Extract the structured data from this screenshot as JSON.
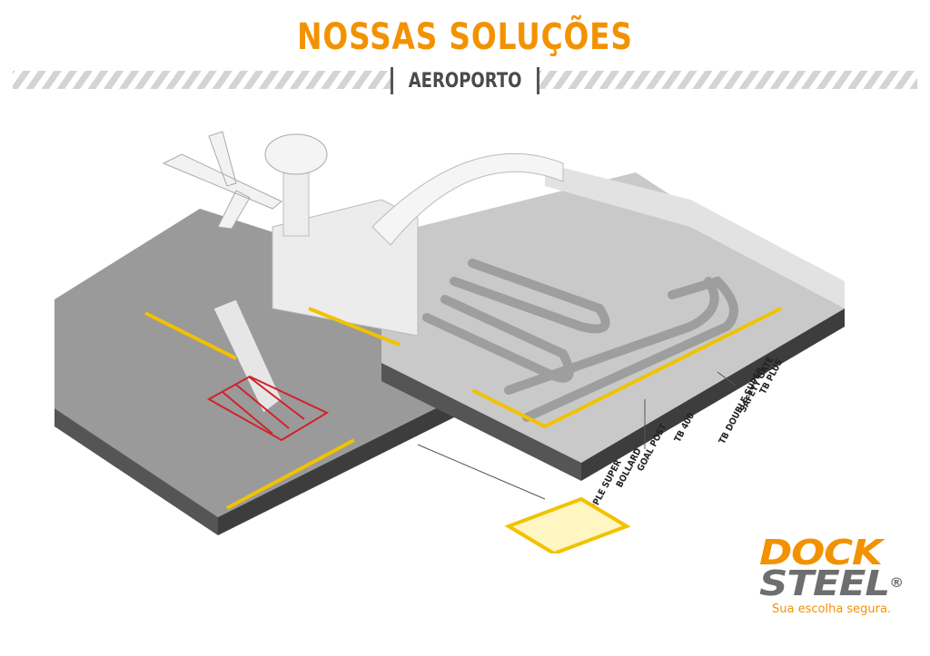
{
  "header": {
    "title": "NOSSAS SOLUÇÕES",
    "subtitle": "AEROPORTO"
  },
  "product_labels": [
    "TB PLUS",
    "SAFETY GATE",
    "TB DOUBLE SUPER",
    "TB 400",
    "GOAL POST",
    "BOLLARD",
    "TB TRIPPLE SUPER"
  ],
  "colors": {
    "accent": "#f39200",
    "safety_yellow": "#f2c200",
    "warning_red": "#d0232a",
    "ground": "#8f8f8f"
  },
  "brand": {
    "dock": "DOCK",
    "steel": "STEEL",
    "registered": "®",
    "tagline": "Sua escolha segura."
  }
}
